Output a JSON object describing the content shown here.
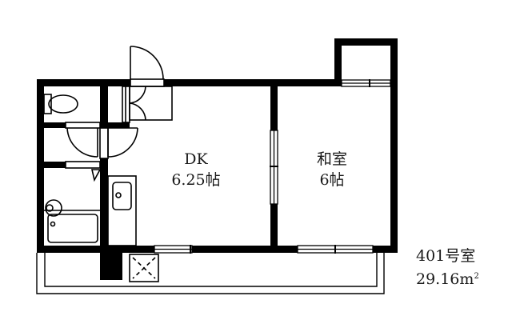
{
  "floorplan": {
    "rooms": [
      {
        "id": "dk",
        "name": "DK",
        "size": "6.25帖"
      },
      {
        "id": "washitsu",
        "name": "和室",
        "size": "6帖"
      }
    ],
    "unit": {
      "number": "401号室",
      "area_value": "29.16",
      "area_unit": "m",
      "area_sup": "2"
    },
    "colors": {
      "wall": "#000000",
      "line": "#000000",
      "background": "#ffffff"
    }
  }
}
